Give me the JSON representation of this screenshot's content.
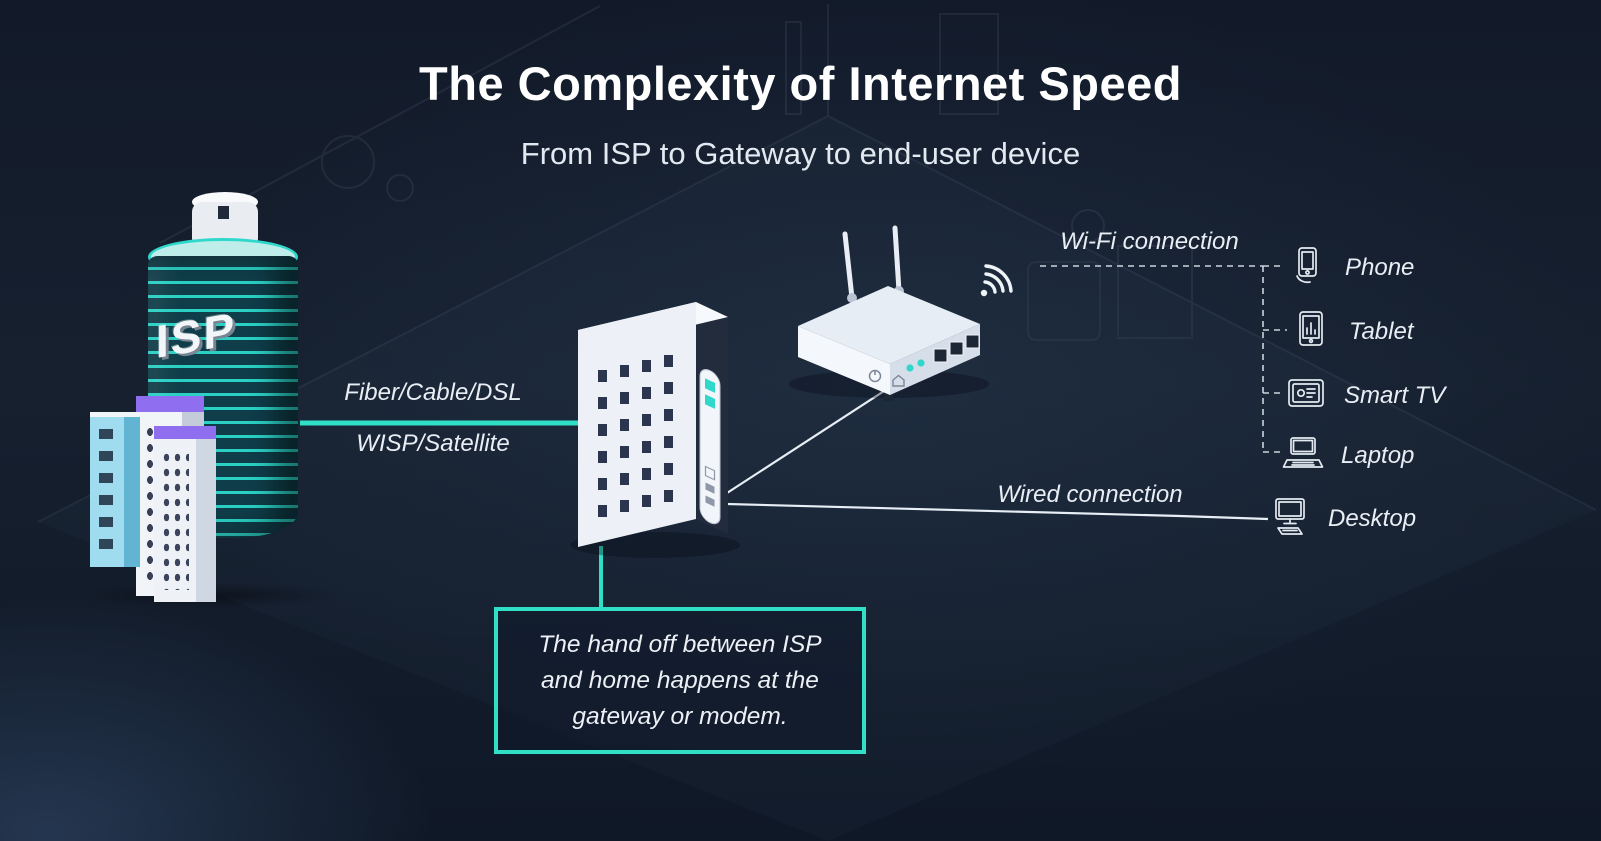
{
  "header": {
    "title": "The Complexity of Internet Speed",
    "subtitle": "From ISP to Gateway to end-user device"
  },
  "isp": {
    "label": "ISP"
  },
  "links": {
    "fiber": "Fiber/Cable/DSL",
    "satellite": "WISP/Satellite",
    "wifi": "Wi-Fi connection",
    "wired": "Wired connection"
  },
  "devices": [
    {
      "icon": "phone-icon",
      "label": "Phone"
    },
    {
      "icon": "tablet-icon",
      "label": "Tablet"
    },
    {
      "icon": "smart-tv-icon",
      "label": "Smart TV"
    },
    {
      "icon": "laptop-icon",
      "label": "Laptop"
    },
    {
      "icon": "desktop-icon",
      "label": "Desktop"
    }
  ],
  "callout": {
    "text": "The hand off between ISP and home happens at the gateway or modem."
  },
  "colors": {
    "background": "#131c2b",
    "accent_teal": "#2fe0c6",
    "accent_purple": "#8f6ff0",
    "accent_blue": "#7fc9e6",
    "text_white": "#ffffff"
  }
}
